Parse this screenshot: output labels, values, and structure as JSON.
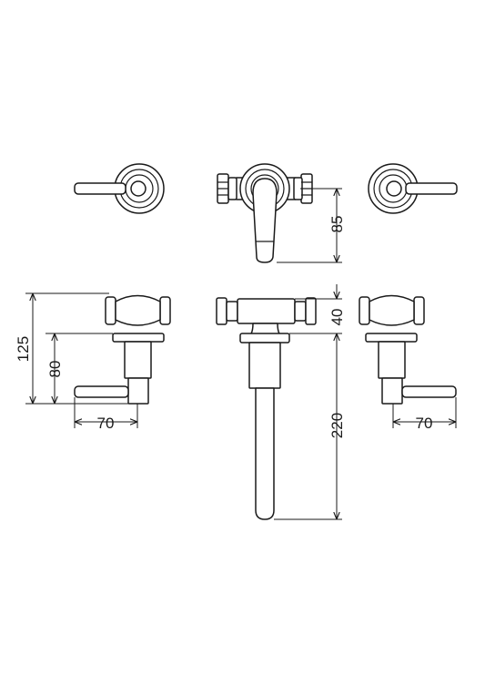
{
  "dimensions": {
    "spout_projection_top": "85",
    "spout_body_height": "40",
    "spout_projection": "220",
    "handle_height_left": "125",
    "handle_centre_left": "80",
    "handle_width_left": "70",
    "handle_width_right": "70"
  },
  "colors": {
    "line": "#1a1a1a",
    "background": "#ffffff"
  }
}
